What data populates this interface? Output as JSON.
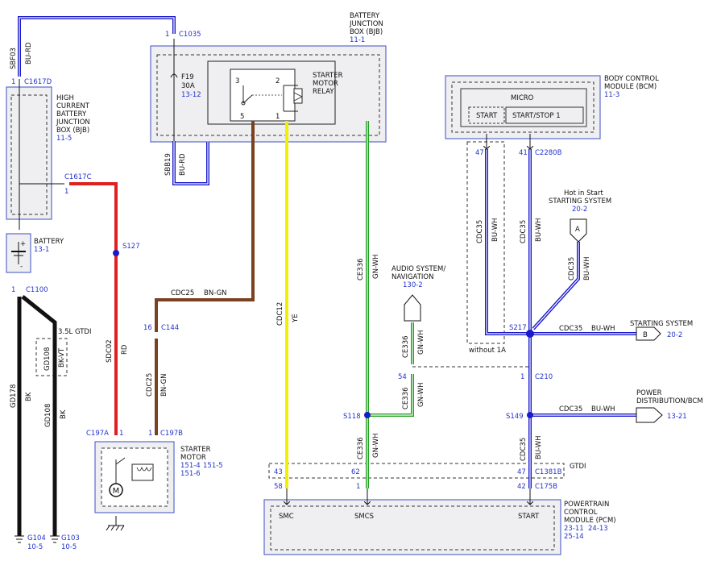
{
  "top_connector": {
    "pin": "1",
    "name": "C1035"
  },
  "bjb_main": {
    "title": [
      "BATTERY",
      "JUNCTION",
      "BOX (BJB)"
    ],
    "ref": "11-1"
  },
  "fuse": {
    "id": "F19",
    "rating": "30A",
    "ref": "13-12"
  },
  "relay": {
    "title": [
      "STARTER",
      "MOTOR",
      "RELAY"
    ],
    "pins": [
      "3",
      "2",
      "5",
      "1"
    ]
  },
  "sbb03": {
    "circuit": "SBF03",
    "color": "BU-RD"
  },
  "sbb19": {
    "circuit": "SBB19",
    "color": "BU-RD"
  },
  "c1617d": {
    "pin": "1",
    "name": "C1617D"
  },
  "hcbjb": {
    "title": [
      "HIGH",
      "CURRENT",
      "BATTERY",
      "JUNCTION",
      "BOX (BJB)"
    ],
    "ref": "11-5"
  },
  "c1617c": {
    "name": "C1617C",
    "pin": "1"
  },
  "battery": {
    "title": "BATTERY",
    "ref": "13-1",
    "plus": "+",
    "minus": "-"
  },
  "c1100": {
    "pin": "1",
    "name": "C1100"
  },
  "s127": {
    "name": "S127"
  },
  "sdc02": {
    "circuit": "SDC02",
    "color": "RD"
  },
  "cdc25_top": {
    "circuit": "CDC25",
    "color": "BN-GN"
  },
  "c144": {
    "pin": "16",
    "name": "C144"
  },
  "cdc25_low": {
    "circuit": "CDC25",
    "color": "BN-GN"
  },
  "gtdi_left": {
    "label": "3.5L GTDI",
    "circuit": "GD108",
    "color": "BK-VT"
  },
  "gd178": {
    "circuit": "GD178",
    "color": "BK"
  },
  "gd108": {
    "circuit": "GD108",
    "color": "BK"
  },
  "c197a": {
    "name": "C197A",
    "pin": "1"
  },
  "c197b": {
    "pin": "1",
    "name": "C197B"
  },
  "starter_motor": {
    "title": [
      "STARTER",
      "MOTOR"
    ],
    "refs": [
      "151-4",
      "151-5",
      "151-6"
    ]
  },
  "g104": {
    "name": "G104",
    "ref": "10-5"
  },
  "g103": {
    "name": "G103",
    "ref": "10-5"
  },
  "cdc12": {
    "circuit": "CDC12",
    "color": "YE"
  },
  "ce336_top": {
    "circuit": "CE336",
    "color": "GN-WH"
  },
  "audio": {
    "title": [
      "AUDIO SYSTEM/",
      "NAVIGATION"
    ],
    "ref": "130-2"
  },
  "ce336_audio": {
    "circuit": "CE336",
    "color": "GN-WH"
  },
  "pin54": "54",
  "ce336_mid": {
    "circuit": "CE336",
    "color": "GN-WH"
  },
  "s118": {
    "name": "S118"
  },
  "ce336_low": {
    "circuit": "CE336",
    "color": "GN-WH"
  },
  "bcm": {
    "title": [
      "BODY CONTROL",
      "MODULE (BCM)"
    ],
    "ref": "11-3",
    "micro": "MICRO",
    "start": "START",
    "startstop": "START/STOP 1"
  },
  "pin47_bcm": "47",
  "c2280b": {
    "pin": "41",
    "name": "C2280B"
  },
  "cdc35_a": {
    "circuit": "CDC35",
    "color": "BU-WH"
  },
  "cdc35_b": {
    "circuit": "CDC35",
    "color": "BU-WH"
  },
  "hot_in_start": {
    "lines": [
      "Hot in Start",
      "STARTING SYSTEM"
    ],
    "ref": "20-2",
    "letter": "A"
  },
  "cdc35_diag": {
    "circuit": "CDC35",
    "color": "BU-WH"
  },
  "without_1a": "without 1A",
  "s217": {
    "name": "S217"
  },
  "cdc35_right1": {
    "circuit": "CDC35",
    "color": "BU-WH"
  },
  "starting_system": {
    "title": "STARTING SYSTEM",
    "letter": "B",
    "ref": "20-2"
  },
  "c210": {
    "pin": "1",
    "name": "C210"
  },
  "s149": {
    "name": "S149"
  },
  "cdc35_right2": {
    "circuit": "CDC35",
    "color": "BU-WH"
  },
  "power_dist": {
    "title": [
      "POWER",
      "DISTRIBUTION/BCM"
    ],
    "ref": "13-21"
  },
  "cdc35_low": {
    "circuit": "CDC35",
    "color": "BU-WH"
  },
  "gtdi_right": {
    "label": "GTDI",
    "pins": [
      "43",
      "62",
      "47"
    ],
    "name": "C1381B"
  },
  "pcm": {
    "pins": [
      "58",
      "1",
      "42"
    ],
    "name": "C175B",
    "smc": "SMC",
    "smcs": "SMCS",
    "start": "START",
    "title": [
      "POWERTRAIN",
      "CONTROL",
      "MODULE (PCM)"
    ],
    "refs": [
      "23-11",
      "24-13",
      "25-14"
    ]
  },
  "colors": {
    "blue_wire": "#1a1acc",
    "red_wire": "#e02020",
    "brown_wire": "#7a4020",
    "yellow_wire": "#f0f000",
    "green_wire": "#20a020",
    "black_wire": "#111111",
    "box_fill": "#efeff2",
    "box_border": "#5a6acc",
    "ref_text": "#2233cc"
  }
}
